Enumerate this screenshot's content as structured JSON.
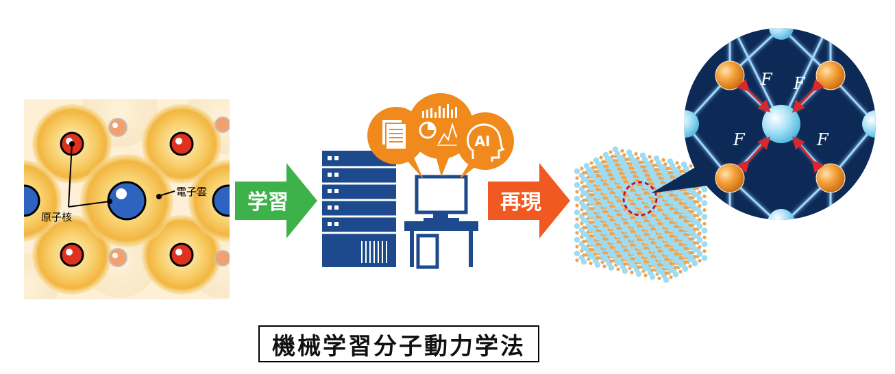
{
  "labels": {
    "electron_cloud": "電子雲",
    "nucleus": "原子核",
    "learn_arrow": "学習",
    "reproduce_arrow": "再現",
    "ai_badge": "AI",
    "force_symbol": "F"
  },
  "caption": "機械学習分子動力学法",
  "colors": {
    "learn_arrow": "#3db24a",
    "reproduce_arrow": "#f05a22",
    "bubble_orange": "#f08a1c",
    "server_blue": "#1c4a8c",
    "nucleus_red": "#e0301e",
    "nucleus_blue": "#2f63c0",
    "cloud_orange": "#f7c35a",
    "lattice_bg": "#0d2a57",
    "force_arrow_red": "#d8282f"
  }
}
